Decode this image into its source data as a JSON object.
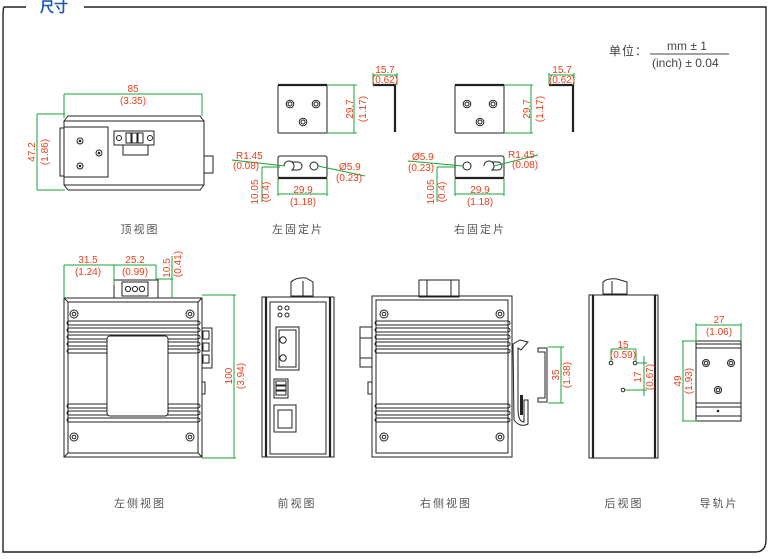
{
  "section": {
    "title": "尺寸"
  },
  "units": {
    "label": "单位：",
    "numerator": "mm ± 1",
    "denominator": "(inch) ± 0.04"
  },
  "views": {
    "top": {
      "caption": "顶视图",
      "width_mm": "85",
      "width_in": "(3.35)",
      "height_mm": "47.2",
      "height_in": "(1.86)"
    },
    "left_bracket": {
      "caption": "左固定片",
      "height_mm": "29.7",
      "height_in": "(1.17)",
      "depth_mm": "15.7",
      "depth_in": "(0.62)",
      "radius_mm": "R1.45",
      "radius_in": "(0.08)",
      "dia_mm": "Ø5.9",
      "dia_in": "(0.23)",
      "offset_mm": "10.05",
      "offset_in": "(0.4)",
      "width_mm": "29.9",
      "width_in": "(1.18)"
    },
    "right_bracket": {
      "caption": "右固定片",
      "height_mm": "29.7",
      "height_in": "(1.17)",
      "depth_mm": "15.7",
      "depth_in": "(0.62)",
      "radius_mm": "R1.45",
      "radius_in": "(0.08)",
      "dia_mm": "Ø5.9",
      "dia_in": "(0.23)",
      "offset_mm": "10.05",
      "offset_in": "(0.4)",
      "width_mm": "29.9",
      "width_in": "(1.18)"
    },
    "left_side": {
      "caption": "左侧视图",
      "a_mm": "31.5",
      "a_in": "(1.24)",
      "b_mm": "25.2",
      "b_in": "(0.99)",
      "c_mm": "10.5",
      "c_in": "(0.41)",
      "height_mm": "100",
      "height_in": "(3.94)"
    },
    "front": {
      "caption": "前视图"
    },
    "right_side": {
      "caption": "右侧视图",
      "rail_mm": "35",
      "rail_in": "(1.38)"
    },
    "rear": {
      "caption": "后视图",
      "h_mm": "15",
      "h_in": "(0.59)",
      "v_mm": "17",
      "v_in": "(0.67)"
    },
    "din_clip": {
      "caption": "导轨片",
      "width_mm": "27",
      "width_in": "(1.06)",
      "height_mm": "49",
      "height_in": "(1.93)"
    }
  }
}
